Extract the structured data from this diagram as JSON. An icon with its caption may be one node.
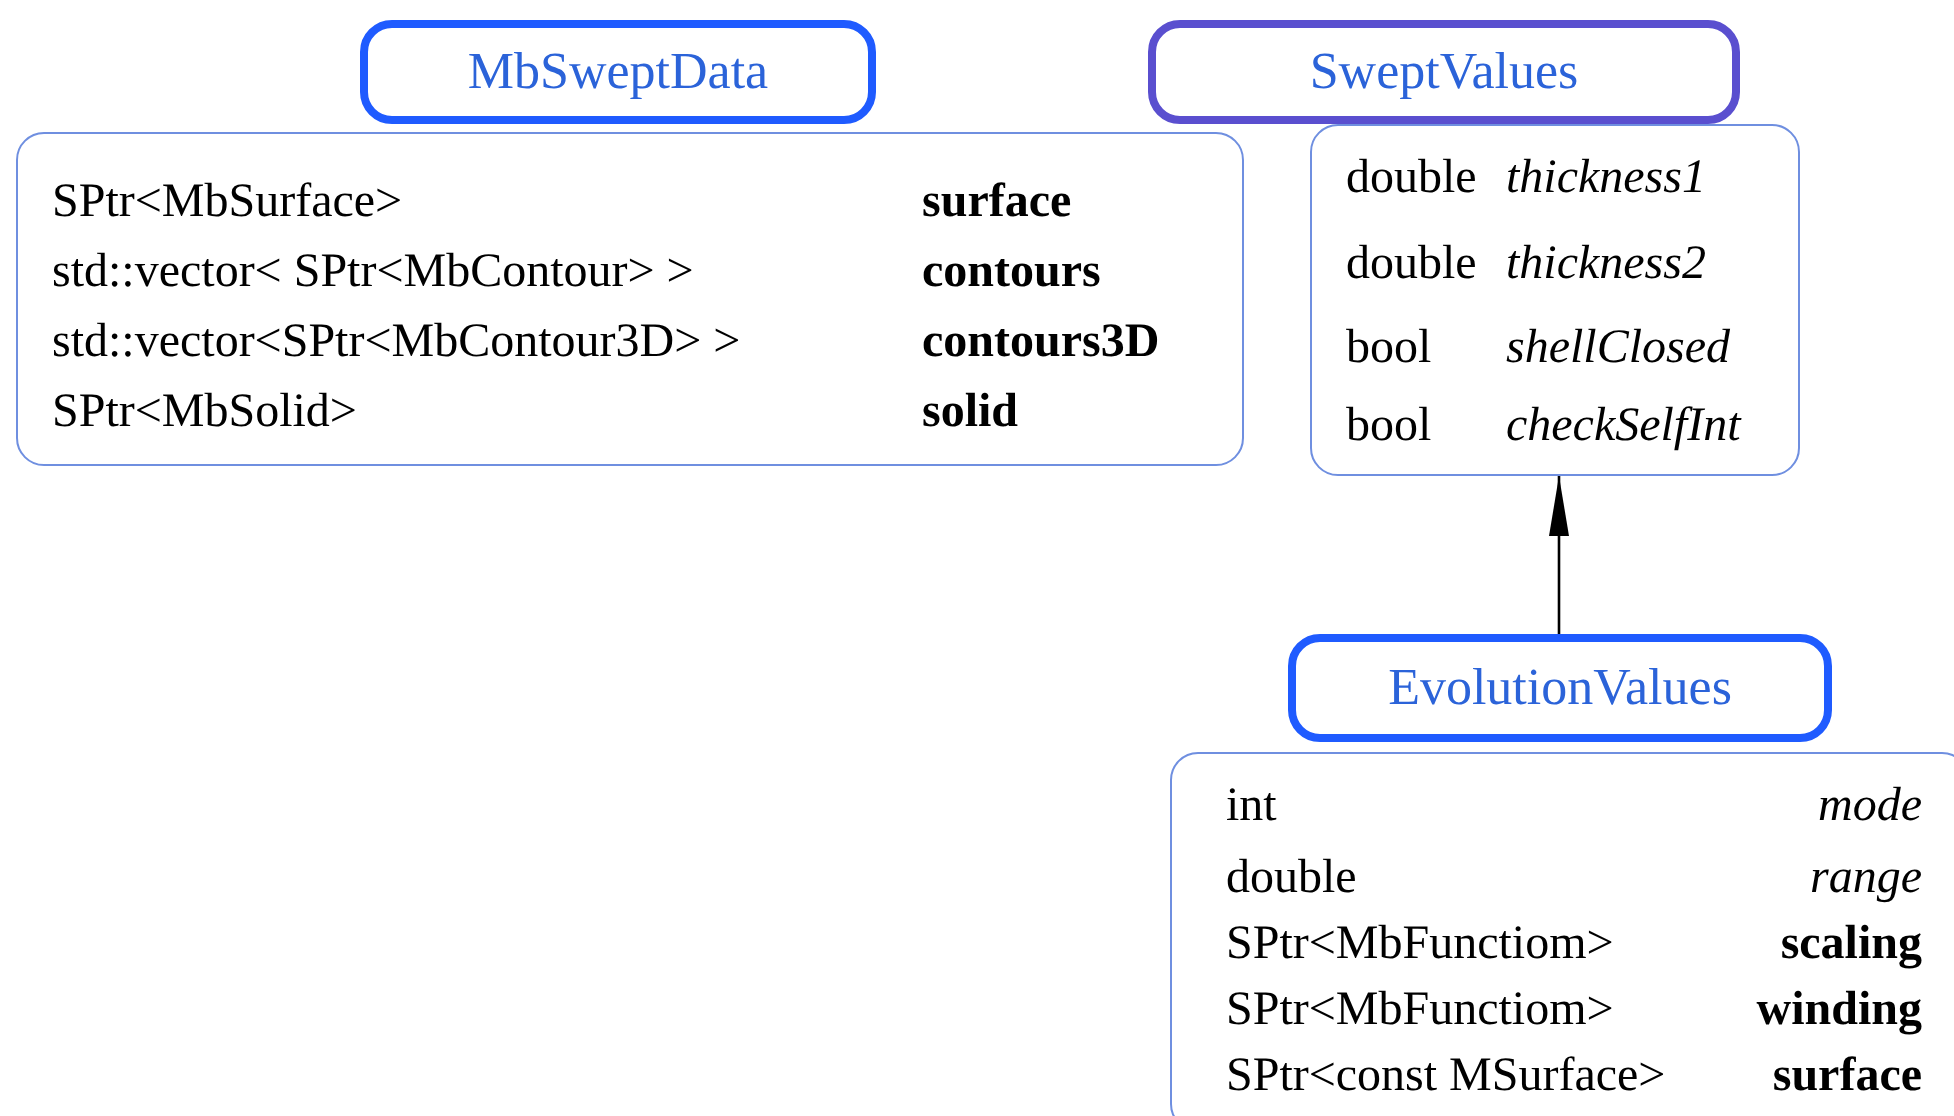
{
  "diagram": {
    "nodes": [
      {
        "text": [
          "MbSweptData"
        ]
      },
      {
        "text": [
          "SPtr<MbSurface>",
          "**surface**",
          "std::vector< SPtr<MbContour> >",
          "**contours**",
          "std::vector<SPtr<MbContour3D> >",
          "**contours3D**",
          "SPtr<MbSolid>",
          "**solid**"
        ]
      },
      {
        "text": [
          "SweptValues"
        ]
      },
      {
        "text": [
          "double",
          "*thickness1*",
          "double",
          "*thickness2*",
          "bool",
          "*shellClosed*",
          "bool",
          "*checkSelfInt*"
        ]
      },
      {
        "text": [
          "EvolutionValues"
        ]
      },
      {
        "text": [
          "int",
          "*mode*",
          "double",
          "*range*",
          "SPtr<MbFunctiom>",
          "**scaling**",
          "SPtr<MbFunctiom>",
          "**winding**",
          "SPtr<const MSurface>",
          "**surface**"
        ]
      }
    ],
    "edges": [
      {
        "from": 4,
        "to": 3,
        "arrow": "to"
      }
    ]
  }
}
